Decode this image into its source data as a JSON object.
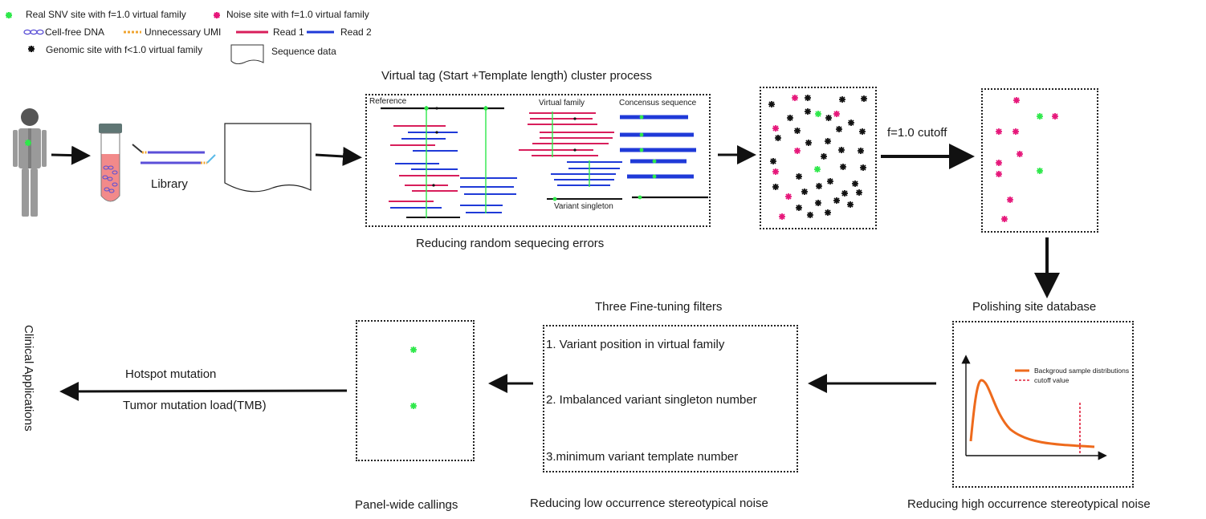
{
  "legend": {
    "real_snv": "Real SNV site with f=1.0 virtual family",
    "noise_site": "Noise site with f=1.0 virtual family",
    "cfdna": "Cell-free DNA",
    "umi": "Unnecessary UMI",
    "read1": "Read 1",
    "read2": "Read 2",
    "genomic_site": "Genomic site with f<1.0 virtual family",
    "sequence_data": "Sequence data"
  },
  "labels": {
    "library": "Library",
    "cluster_title": "Virtual tag (Start +Template length) cluster process",
    "reference": "Reference",
    "virtual_family": "Virtual family",
    "consensus_sequence": "Concensus sequence",
    "variant_singleton": "Variant singleton",
    "reducing_random": "Reducing random sequecing errors",
    "cutoff": "f=1.0 cutoff",
    "polishing": "Polishing site database",
    "reducing_high": "Reducing high occurrence stereotypical noise",
    "background_dist": "Backgroud sample distributions",
    "cutoff_value": "cutoff value",
    "filters_title": "Three Fine-tuning filters",
    "filter1": "1. Variant position in virtual family",
    "filter2": "2. Imbalanced variant singleton number",
    "filter3": "3.minimum variant template number",
    "reducing_low": "Reducing low occurrence stereotypical noise",
    "panel_wide": "Panel-wide callings",
    "hotspot": "Hotspot mutation",
    "tmb": "Tumor mutation load(TMB)",
    "clinical": "Clinical Applications"
  },
  "colors": {
    "green": "#2ee84a",
    "pink": "#e6177a",
    "black": "#111111",
    "read1": "#d81e5b",
    "read2": "#1f3ad8",
    "umi": "#f0a531",
    "orange": "#ee6a1c",
    "cutoff": "#e0203c",
    "tube_fill": "#f28a8a",
    "person": "#9a9a9a"
  }
}
